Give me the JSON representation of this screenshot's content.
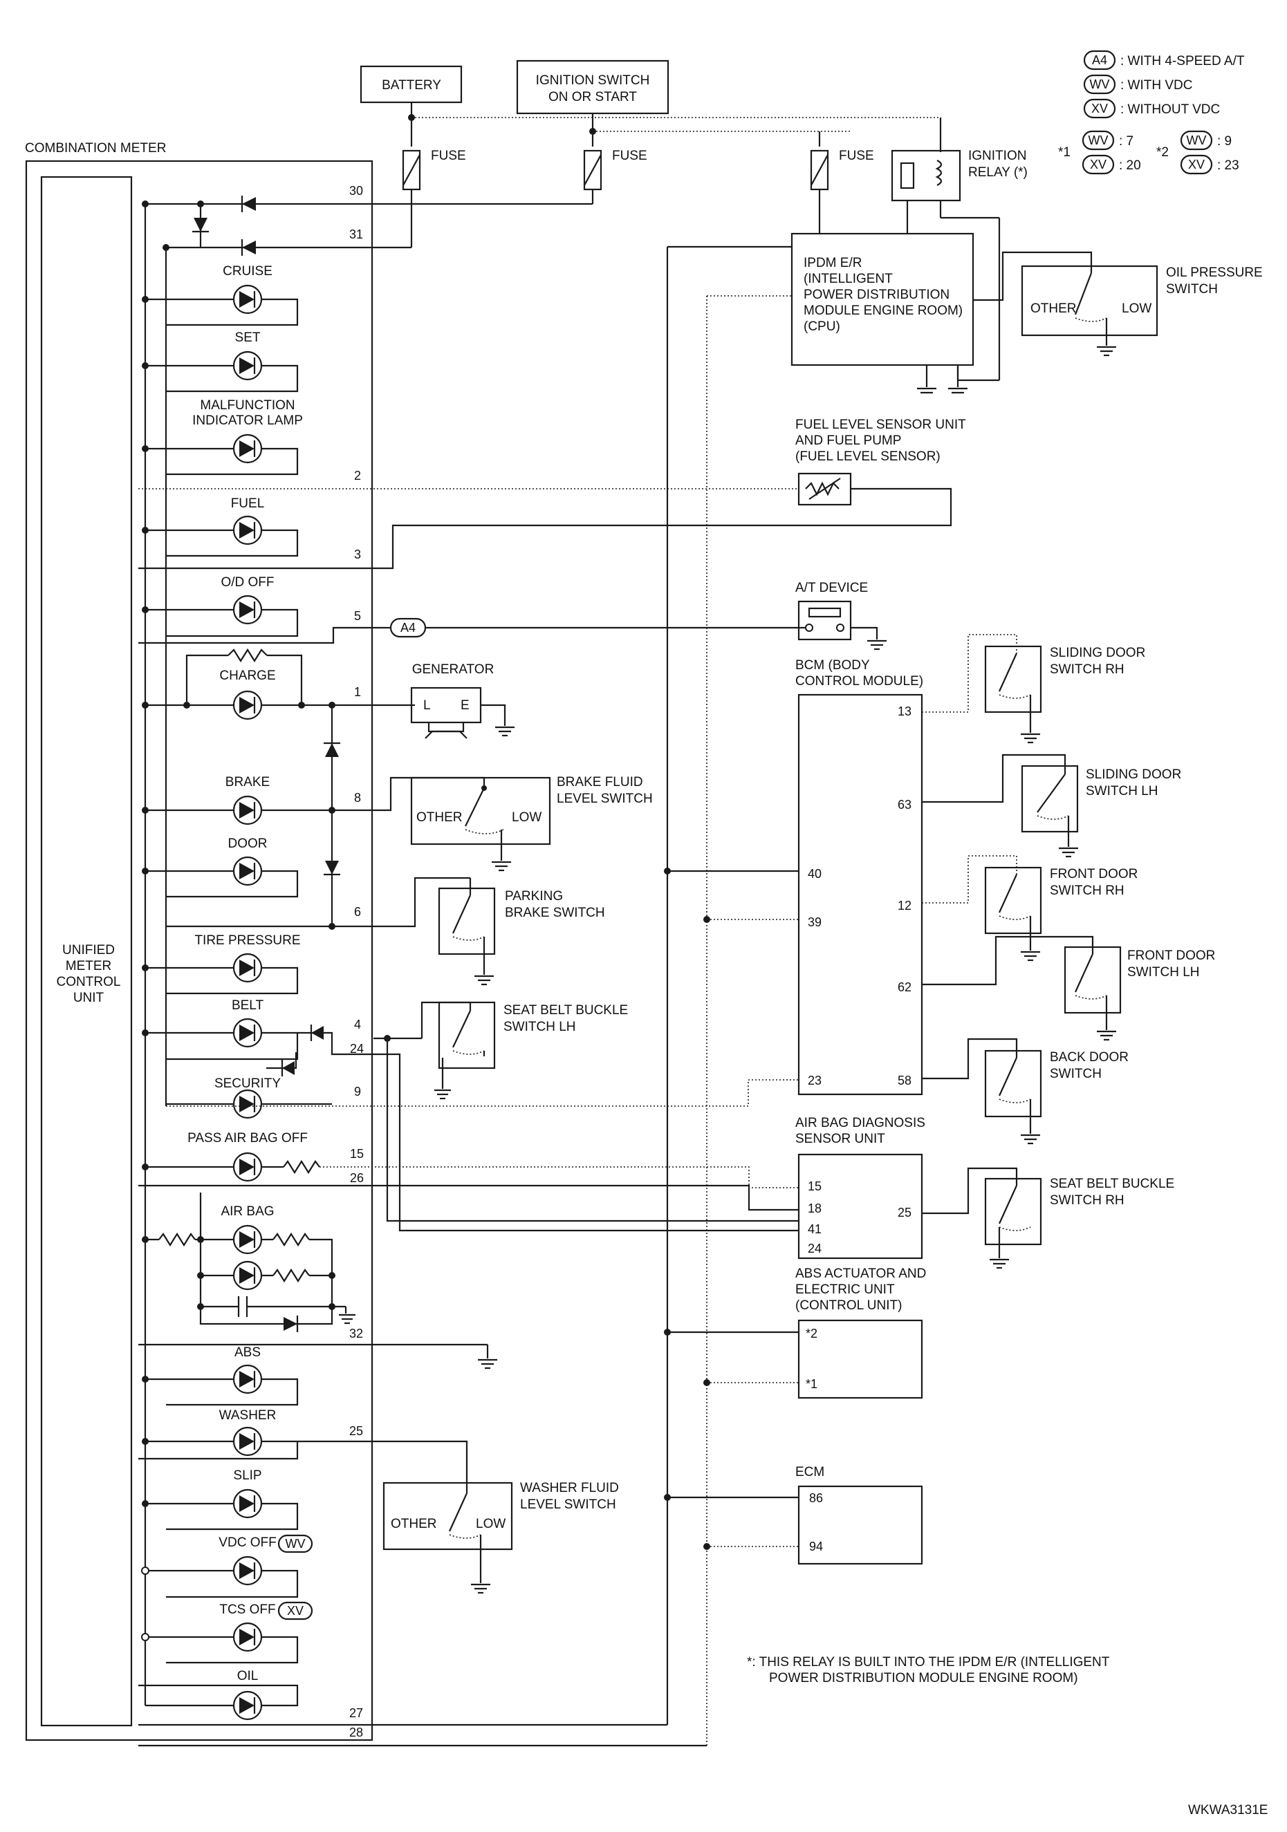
{
  "combination_meter": {
    "title": "COMBINATION METER",
    "unit_label": [
      "UNIFIED",
      "METER",
      "CONTROL",
      "UNIT"
    ]
  },
  "power": {
    "battery": "BATTERY",
    "ignition_switch": [
      "IGNITION SWITCH",
      "ON OR START"
    ],
    "fuse": "FUSE",
    "ignition_relay": [
      "IGNITION",
      "RELAY (*)"
    ]
  },
  "legend": {
    "items": [
      {
        "tag": "A4",
        "text": ": WITH 4-SPEED A/T"
      },
      {
        "tag": "WV",
        "text": ": WITH VDC"
      },
      {
        "tag": "XV",
        "text": ": WITHOUT VDC"
      }
    ],
    "note1": {
      "mark": "*1",
      "wv": ": 7",
      "xv": ": 20"
    },
    "note2": {
      "mark": "*2",
      "wv": ": 9",
      "xv": ": 23"
    }
  },
  "indicators": {
    "cruise": "CRUISE",
    "set": "SET",
    "mil": [
      "MALFUNCTION",
      "INDICATOR LAMP"
    ],
    "fuel": "FUEL",
    "od_off": "O/D OFF",
    "charge": "CHARGE",
    "brake": "BRAKE",
    "door": "DOOR",
    "tire_pressure": "TIRE PRESSURE",
    "belt": "BELT",
    "security": "SECURITY",
    "pass_air_bag_off": "PASS AIR BAG OFF",
    "air_bag": "AIR BAG",
    "abs": "ABS",
    "washer": "WASHER",
    "slip": "SLIP",
    "vdc_off": "VDC OFF",
    "tcs_off": "TCS OFF",
    "oil": "OIL"
  },
  "pins": {
    "p30": "30",
    "p31": "31",
    "p2": "2",
    "p3": "3",
    "p5": "5",
    "p1": "1",
    "p8": "8",
    "p6": "6",
    "p4": "4",
    "p24": "24",
    "p9": "9",
    "p15": "15",
    "p26": "26",
    "p32": "32",
    "p25": "25",
    "p27": "27",
    "p28": "28"
  },
  "components": {
    "ipdm": [
      "IPDM E/R",
      "(INTELLIGENT",
      "POWER DISTRIBUTION",
      "MODULE ENGINE ROOM)",
      "(CPU)"
    ],
    "oil_pressure": {
      "title": [
        "OIL PRESSURE",
        "SWITCH"
      ],
      "other": "OTHER",
      "low": "LOW"
    },
    "fuel_sensor": [
      "FUEL LEVEL SENSOR UNIT",
      "AND FUEL PUMP",
      "(FUEL LEVEL SENSOR)"
    ],
    "at_device": "A/T DEVICE",
    "generator": {
      "title": "GENERATOR",
      "l": "L",
      "e": "E"
    },
    "brake_fluid": {
      "title": [
        "BRAKE FLUID",
        "LEVEL SWITCH"
      ],
      "other": "OTHER",
      "low": "LOW"
    },
    "parking_brake": [
      "PARKING",
      "BRAKE SWITCH"
    ],
    "seat_belt_lh": [
      "SEAT BELT BUCKLE",
      "SWITCH LH"
    ],
    "bcm": {
      "title": [
        "BCM (BODY",
        "CONTROL MODULE)"
      ],
      "pins": {
        "p13": "13",
        "p63": "63",
        "p40": "40",
        "p39": "39",
        "p12": "12",
        "p62": "62",
        "p23": "23",
        "p58": "58"
      }
    },
    "sliding_rh": [
      "SLIDING DOOR",
      "SWITCH RH"
    ],
    "sliding_lh": [
      "SLIDING DOOR",
      "SWITCH LH"
    ],
    "front_rh": [
      "FRONT DOOR",
      "SWITCH RH"
    ],
    "front_lh": [
      "FRONT DOOR",
      "SWITCH LH"
    ],
    "back_door": [
      "BACK DOOR",
      "SWITCH"
    ],
    "airbag_unit": {
      "title": [
        "AIR BAG DIAGNOSIS",
        "SENSOR UNIT"
      ],
      "pins": {
        "p15": "15",
        "p18": "18",
        "p41": "41",
        "p24": "24",
        "p25": "25"
      }
    },
    "seat_belt_rh": [
      "SEAT BELT BUCKLE",
      "SWITCH RH"
    ],
    "abs_unit": {
      "title": [
        "ABS ACTUATOR AND",
        "ELECTRIC UNIT",
        "(CONTROL UNIT)"
      ],
      "pins": {
        "s2": "*2",
        "s1": "*1"
      }
    },
    "ecm": {
      "title": "ECM",
      "pins": {
        "p86": "86",
        "p94": "94"
      }
    },
    "washer_fluid": {
      "title": [
        "WASHER FLUID",
        "LEVEL SWITCH"
      ],
      "other": "OTHER",
      "low": "LOW"
    }
  },
  "tags": {
    "a4": "A4",
    "wv": "WV",
    "xv": "XV"
  },
  "footnote": [
    "*: THIS RELAY IS BUILT INTO THE IPDM E/R (INTELLIGENT",
    "POWER DISTRIBUTION MODULE ENGINE ROOM)"
  ],
  "figure_code": "WKWA3131E"
}
